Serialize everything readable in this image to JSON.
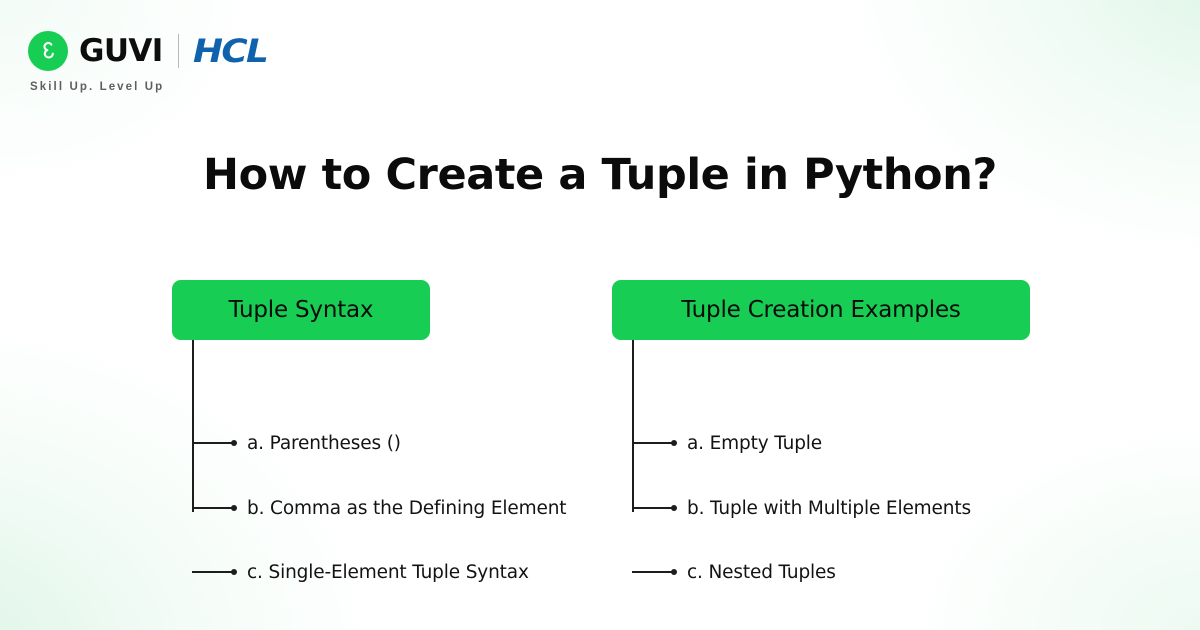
{
  "brand": {
    "logo_icon": "guvi-circle-g-logo",
    "guvi_wordmark": "GUVI",
    "partner_wordmark": "HCL",
    "tagline": "Skill Up. Level Up",
    "colors": {
      "guvi_green": "#17cd53",
      "hcl_blue": "#0f62ab",
      "tagline_gray": "#5e5e5e"
    }
  },
  "title": "How to Create a Tuple in Python?",
  "theme": {
    "accent_green": "#17cd53",
    "text_black": "#0b0b0b",
    "line_color": "#1d1d1d",
    "background": "#ffffff"
  },
  "columns": [
    {
      "header": "Tuple Syntax",
      "items": [
        "a. Parentheses ()",
        "b. Comma as the Defining Element",
        "c. Single-Element Tuple Syntax"
      ]
    },
    {
      "header": "Tuple Creation Examples",
      "items": [
        "a. Empty Tuple",
        "b. Tuple with Multiple Elements",
        "c. Nested Tuples"
      ]
    }
  ]
}
